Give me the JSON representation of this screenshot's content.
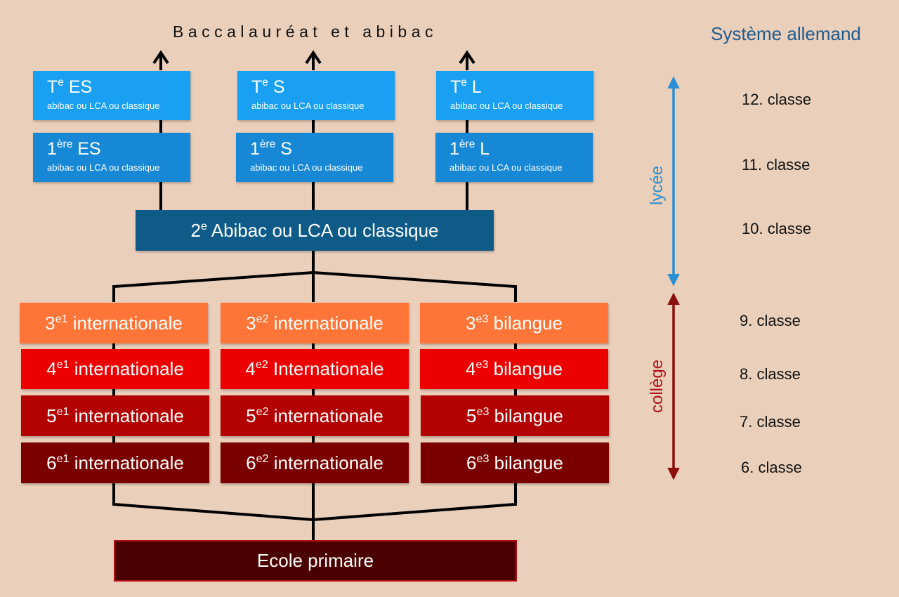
{
  "title": "Baccalauréat et abibac",
  "german_title": "Système allemand",
  "lycee": {
    "terminale": [
      {
        "base": "T",
        "sup": "e",
        "suffix": " ES",
        "options": "abibac ou LCA ou classique"
      },
      {
        "base": "T",
        "sup": "e",
        "suffix": " S",
        "options": "abibac ou LCA ou classique"
      },
      {
        "base": "T",
        "sup": "e",
        "suffix": " L",
        "options": "abibac ou LCA ou classique"
      }
    ],
    "premiere": [
      {
        "base": "1",
        "sup": "ère",
        "suffix": " ES",
        "options": "abibac ou LCA ou classique"
      },
      {
        "base": "1",
        "sup": "ère",
        "suffix": " S",
        "options": "abibac ou LCA ou classique"
      },
      {
        "base": "1",
        "sup": "ère",
        "suffix": " L",
        "options": "abibac ou LCA ou classique"
      }
    ],
    "seconde": {
      "base": "2",
      "sup": "e",
      "suffix": " Abibac ou LCA ou classique"
    }
  },
  "college": {
    "row3": [
      {
        "base": "3",
        "sup": "e1",
        "suffix": " internationale"
      },
      {
        "base": "3",
        "sup": "e2",
        "suffix": " internationale"
      },
      {
        "base": "3",
        "sup": "e3",
        "suffix": " bilangue"
      }
    ],
    "row4": [
      {
        "base": "4",
        "sup": "e1",
        "suffix": " internationale"
      },
      {
        "base": "4",
        "sup": "e2",
        "suffix": " Internationale"
      },
      {
        "base": "4",
        "sup": "e3",
        "suffix": " bilangue"
      }
    ],
    "row5": [
      {
        "base": "5",
        "sup": "e1",
        "suffix": " internationale"
      },
      {
        "base": "5",
        "sup": "e2",
        "suffix": " internationale"
      },
      {
        "base": "5",
        "sup": "e3",
        "suffix": " bilangue"
      }
    ],
    "row6": [
      {
        "base": "6",
        "sup": "e1",
        "suffix": " internationale"
      },
      {
        "base": "6",
        "sup": "e2",
        "suffix": " internationale"
      },
      {
        "base": "6",
        "sup": "e3",
        "suffix": " bilangue"
      }
    ]
  },
  "primaire": "Ecole primaire",
  "side_labels": {
    "lycee": "lycée",
    "college": "collège"
  },
  "german_classes": [
    "12. classe",
    "11. classe",
    "10. classe",
    "9. classe",
    "8. classe",
    "7. classe",
    "6. classe"
  ],
  "colors": {
    "background": "#eacfba",
    "lycee_light": "#19a0f3",
    "lycee_mid": "#1788d6",
    "lycee_dark": "#0f5b87",
    "college_3": "#ff7537",
    "college_4": "#ec0000",
    "college_5": "#b30000",
    "college_6": "#7a0000",
    "primaire": "#4b0000",
    "lycee_arrow": "#2a8fd5",
    "college_arrow": "#8b0d0d"
  }
}
